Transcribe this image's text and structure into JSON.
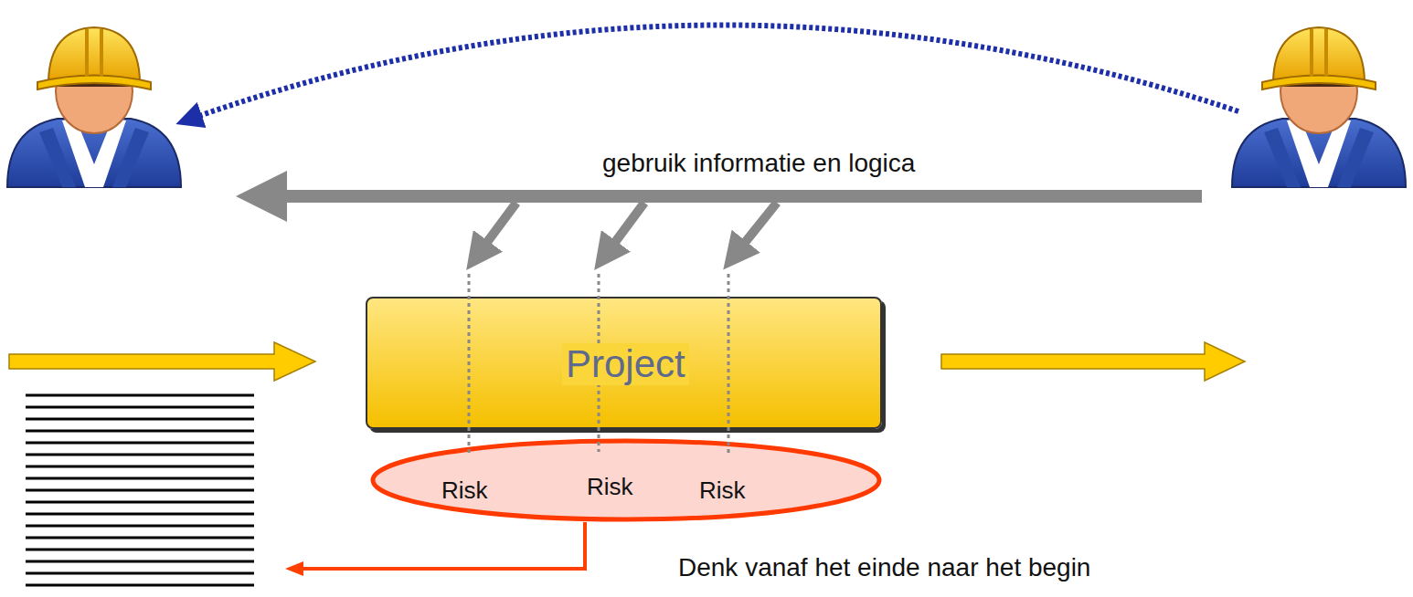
{
  "diagram": {
    "nodes": [
      {
        "text": [
          "Project"
        ]
      },
      {
        "text": [
          "Risk",
          "Risk",
          "Risk"
        ]
      }
    ],
    "labels": [
      "gebruik informatie en logica",
      "Denk vanaf het einde naar het begin"
    ]
  }
}
